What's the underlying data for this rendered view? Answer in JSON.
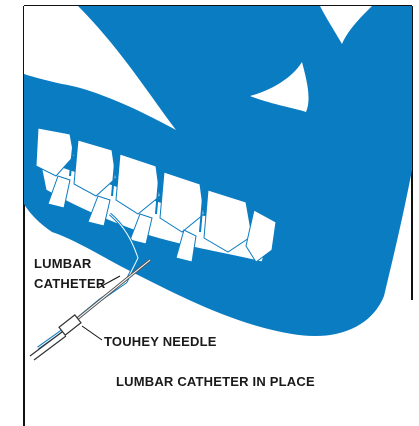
{
  "labels": {
    "lumbar_line1": "LUMBAR",
    "lumbar_line2": "CATHETER",
    "touhey_needle": "TOUHEY NEEDLE",
    "caption": "LUMBAR CATHETER IN PLACE"
  },
  "colors": {
    "body_fill": "#0a7cc2",
    "bone_fill": "#ffffff",
    "frame_stroke": "#111111",
    "label_text": "#1a1a1a"
  }
}
